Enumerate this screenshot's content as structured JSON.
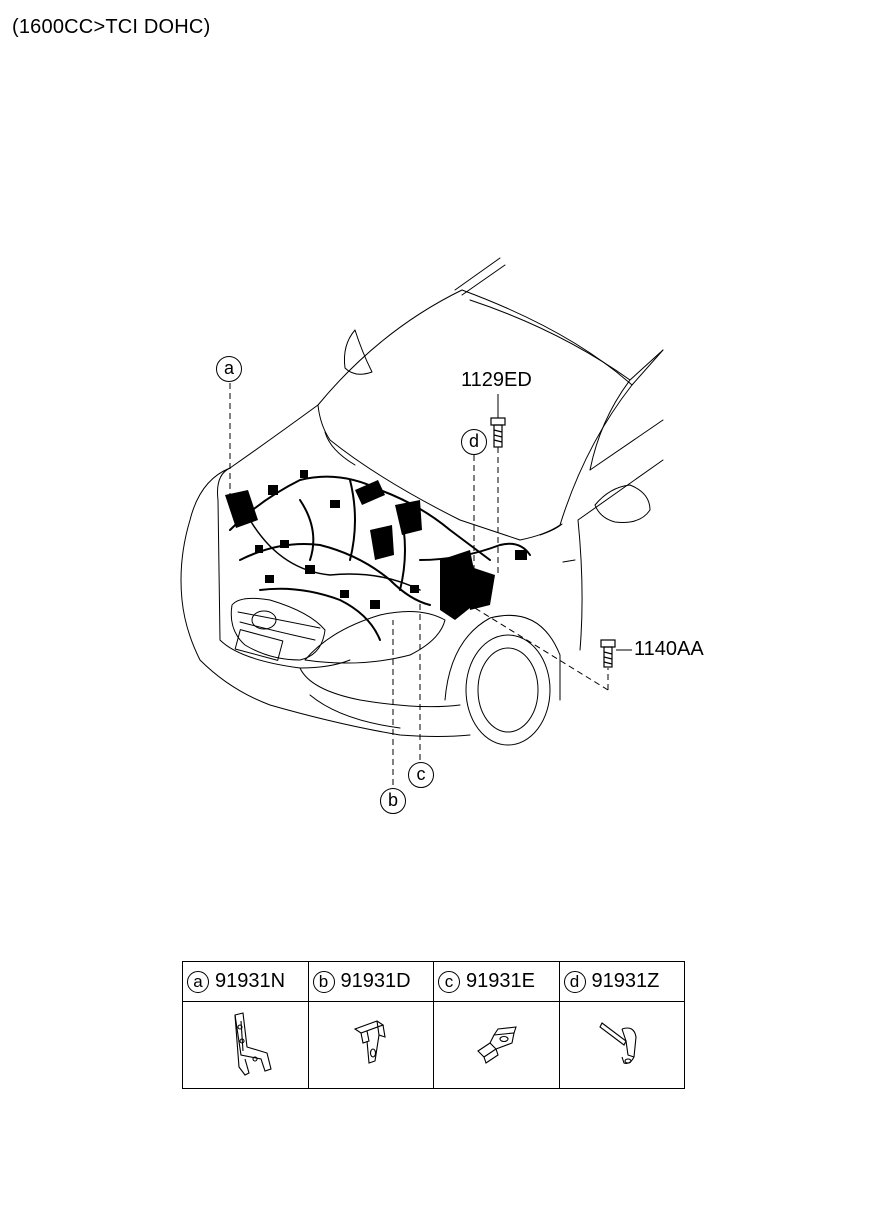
{
  "header": {
    "title": "(1600CC>TCI DOHC)"
  },
  "callouts": {
    "a": "a",
    "b": "b",
    "c": "c",
    "d": "d",
    "bolt_top": "1129ED",
    "bolt_right": "1140AA"
  },
  "parts_table": {
    "columns": [
      {
        "letter": "a",
        "part_no": "91931N",
        "icon": "bracket-a-icon"
      },
      {
        "letter": "b",
        "part_no": "91931D",
        "icon": "bracket-b-icon"
      },
      {
        "letter": "c",
        "part_no": "91931E",
        "icon": "bracket-c-icon"
      },
      {
        "letter": "d",
        "part_no": "91931Z",
        "icon": "bracket-d-icon"
      }
    ]
  }
}
